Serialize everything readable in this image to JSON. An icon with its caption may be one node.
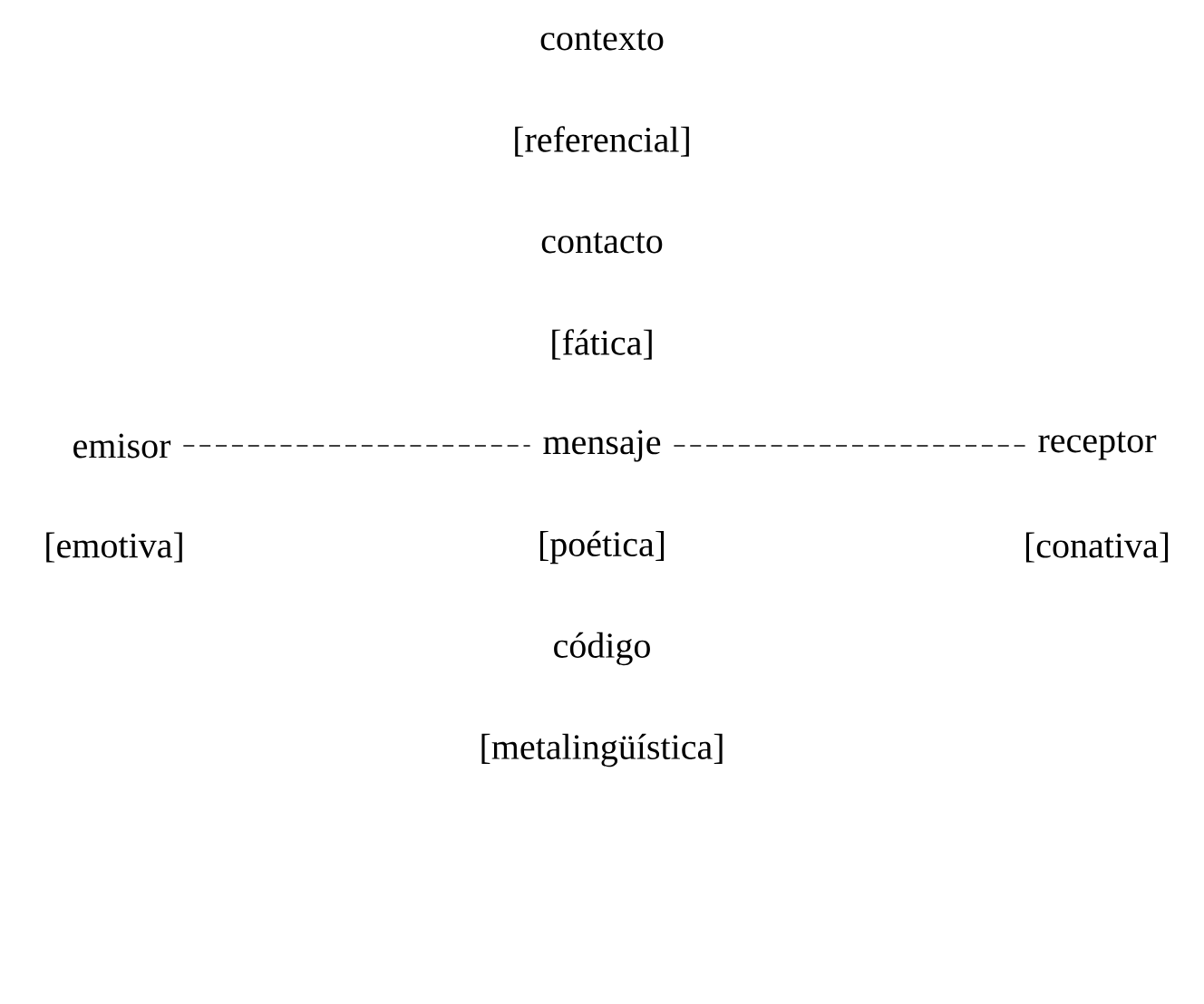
{
  "diagram": {
    "nodes": [
      {
        "text": [
          "emisor"
        ],
        "beside": [
          "[emotiva]"
        ]
      },
      {
        "text": [
          "mensaje"
        ],
        "beside": [
          "[poética]"
        ]
      },
      {
        "text": [
          "receptor"
        ],
        "beside": [
          "[conativa]"
        ]
      }
    ],
    "edges": [
      {
        "from": 0,
        "to": 1,
        "arrow": "none",
        "style": "dashed"
      },
      {
        "from": 1,
        "to": 2,
        "arrow": "none",
        "style": "dashed"
      }
    ],
    "labels": [
      "contexto",
      "[referencial]",
      "contacto",
      "[fática]",
      "código",
      "[metalingüística]"
    ]
  }
}
